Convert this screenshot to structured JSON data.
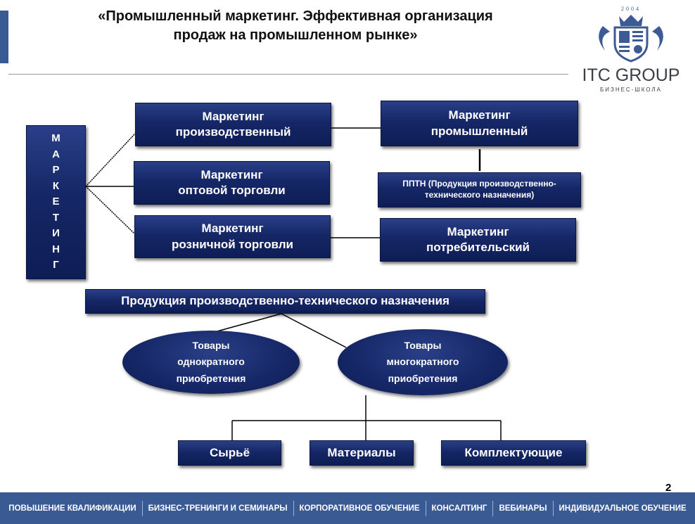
{
  "title": {
    "line1": "«Промышленный маркетинг. Эффективная организация",
    "line2": "продаж на промышленном рынке»"
  },
  "logo": {
    "year": "2004",
    "name": "ITC GROUP",
    "subtitle": "БИЗНЕС-ШКОЛА"
  },
  "colors": {
    "accent": "#3a5a94",
    "box": "#152766"
  },
  "diagram": {
    "root": [
      "М",
      "А",
      "Р",
      "К",
      "Е",
      "Т",
      "И",
      "Н",
      "Г"
    ],
    "production": {
      "l1": "Маркетинг",
      "l2": "производственный"
    },
    "wholesale": {
      "l1": "Маркетинг",
      "l2": "оптовой торговли"
    },
    "retail": {
      "l1": "Маркетинг",
      "l2": "розничной торговли"
    },
    "industrial": {
      "l1": "Маркетинг",
      "l2": "промышленный"
    },
    "pptn": {
      "l1": "ППТН (Продукция производственно-",
      "l2": "технического назначения)"
    },
    "consumer": {
      "l1": "Маркетинг",
      "l2": "потребительский"
    },
    "products": "Продукция производственно-технического назначения",
    "single": {
      "l1": "Товары",
      "l2": "однократного",
      "l3": "приобретения"
    },
    "multi": {
      "l1": "Товары",
      "l2": "многократного",
      "l3": "приобретения"
    },
    "raw": "Сырьё",
    "materials": "Материалы",
    "components": "Комплектующие"
  },
  "page_number": "2",
  "footer": [
    "ПОВЫШЕНИЕ КВАЛИФИКАЦИИ",
    "БИЗНЕС-ТРЕНИНГИ И СЕМИНАРЫ",
    "КОРПОРАТИВНОЕ ОБУЧЕНИЕ",
    "КОНСАЛТИНГ",
    "ВЕБИНАРЫ",
    "ИНДИВИДУАЛЬНОЕ ОБУЧЕНИЕ"
  ]
}
